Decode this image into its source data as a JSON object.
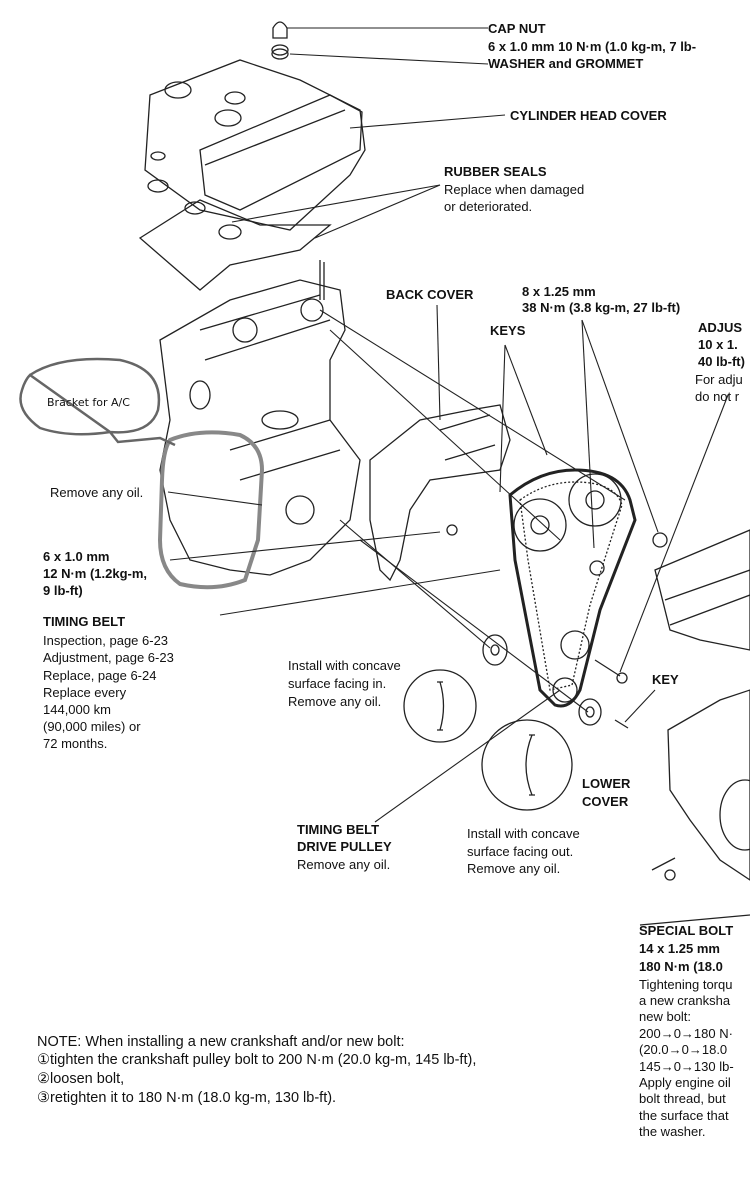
{
  "labels": {
    "cap_nut_title": "CAP NUT",
    "cap_nut_spec": "6 x 1.0 mm 10 N·m (1.0 kg-m, 7 lb-",
    "washer": "WASHER and GROMMET",
    "cylinder_head_cover": "CYLINDER HEAD COVER",
    "rubber_seals_title": "RUBBER SEALS",
    "rubber_seals_line1": "Replace when damaged",
    "rubber_seals_line2": "or deteriorated.",
    "back_cover": "BACK COVER",
    "bolt_8_size": "8 x 1.25 mm",
    "bolt_8_torque": "38 N·m (3.8 kg-m, 27 lb-ft)",
    "keys": "KEYS",
    "adjust_title": "ADJUS",
    "adjust_line1": "10 x 1.",
    "adjust_line2": "40 lb-ft)",
    "adjust_line3": "For adju",
    "adjust_line4": "do not r",
    "bracket_note": "Bracket for A/C",
    "remove_oil_1": "Remove any oil.",
    "bolt_6_size": "6 x 1.0 mm",
    "bolt_6_torque": "12 N·m (1.2kg-m,",
    "bolt_6_lbft": "9 lb-ft)",
    "timing_belt_title": "TIMING BELT",
    "tb_line1": "Inspection, page 6-23",
    "tb_line2": "Adjustment, page 6-23",
    "tb_line3": "Replace, page 6-24",
    "tb_line4": "Replace every",
    "tb_line5": "144,000 km",
    "tb_line6": "(90,000 miles) or",
    "tb_line7": "72 months.",
    "concave_in_1": "Install with concave",
    "concave_in_2": "surface facing in.",
    "concave_in_3": "Remove any oil.",
    "key": "KEY",
    "lower_cover_1": "LOWER",
    "lower_cover_2": "COVER",
    "drive_pulley_1": "TIMING BELT",
    "drive_pulley_2": "DRIVE PULLEY",
    "drive_pulley_3": "Remove any oil.",
    "concave_out_1": "Install with concave",
    "concave_out_2": "surface facing out.",
    "concave_out_3": "Remove any oil.",
    "special_bolt_title": "SPECIAL BOLT",
    "sb_size": "14 x 1.25 mm",
    "sb_torque": "180 N·m (18.0",
    "sb_line1": "Tightening torqu",
    "sb_line2": "a new cranksha",
    "sb_line3": "new bolt:",
    "sb_line4": "200→0→180 N·",
    "sb_line5": "(20.0→0→18.0",
    "sb_line6": "145→0→130 lb-",
    "sb_line7": "Apply engine oil",
    "sb_line8": "bolt thread, but",
    "sb_line9": "the surface that",
    "sb_line10": "the washer."
  },
  "note": {
    "line1": "NOTE:  When installing a new crankshaft and/or new bolt:",
    "line2": "①tighten the crankshaft pulley bolt to 200 N·m (20.0 kg-m, 145 lb-ft),",
    "line3": "②loosen bolt,",
    "line4": "③retighten it to 180 N·m (18.0 kg-m, 130 lb-ft)."
  }
}
